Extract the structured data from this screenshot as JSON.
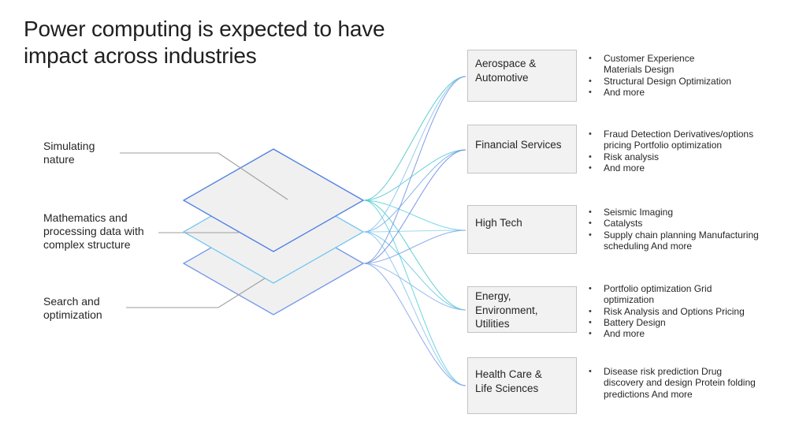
{
  "title": "Power computing is expected to have\nimpact across industries",
  "concepts": [
    {
      "label": "Simulating\nnature"
    },
    {
      "label": "Mathematics and\nprocessing data with\ncomplex structure"
    },
    {
      "label": "Search and\noptimization"
    }
  ],
  "industries": [
    {
      "label": "Aerospace &\nAutomotive",
      "bullets": [
        "Customer Experience\nMaterials Design",
        "Structural Design Optimization",
        "And more"
      ]
    },
    {
      "label": "Financial Services",
      "bullets": [
        "Fraud Detection Derivatives/options\npricing Portfolio optimization",
        "Risk analysis",
        "And more"
      ]
    },
    {
      "label": "High Tech",
      "bullets": [
        "Seismic Imaging",
        "Catalysts",
        "Supply chain planning Manufacturing\nscheduling And more"
      ]
    },
    {
      "label": "Energy,\nEnvironment,\nUtilities",
      "bullets": [
        "Portfolio optimization Grid\noptimization",
        "Risk Analysis and Options Pricing",
        "Battery Design",
        "And more"
      ]
    },
    {
      "label": "Health Care &\nLife Sciences",
      "bullets": [
        "Disease risk prediction Drug\ndiscovery and design Protein folding\npredictions And more"
      ]
    }
  ],
  "bullet_glyph": "•",
  "colors": {
    "background": "#ffffff",
    "text": "#1f1f1f",
    "leader_line": "#9e9e9e",
    "box_fill": "#f2f2f2",
    "box_border": "#c3c3c3",
    "diamond_fill": "#f0f0f1",
    "diamond_borders": [
      "#4a7de0",
      "#74c7f0",
      "#7097e8"
    ]
  },
  "connections": [
    {
      "from": 0,
      "to": 0,
      "color": "#3fc6be"
    },
    {
      "from": 0,
      "to": 1,
      "color": "#4ec9d2"
    },
    {
      "from": 0,
      "to": 2,
      "color": "#52cfdd"
    },
    {
      "from": 0,
      "to": 3,
      "color": "#45c8c8"
    },
    {
      "from": 0,
      "to": 4,
      "color": "#4fd0da"
    },
    {
      "from": 1,
      "to": 0,
      "color": "#84c0ee"
    },
    {
      "from": 1,
      "to": 1,
      "color": "#6fa9e8"
    },
    {
      "from": 1,
      "to": 2,
      "color": "#8fd2ec"
    },
    {
      "from": 1,
      "to": 3,
      "color": "#66c4e6"
    },
    {
      "from": 1,
      "to": 4,
      "color": "#86c2ee"
    },
    {
      "from": 2,
      "to": 0,
      "color": "#6b8ee2"
    },
    {
      "from": 2,
      "to": 1,
      "color": "#5f86de"
    },
    {
      "from": 2,
      "to": 2,
      "color": "#7aa0e8"
    },
    {
      "from": 2,
      "to": 3,
      "color": "#86b4ec"
    },
    {
      "from": 2,
      "to": 4,
      "color": "#7f9ce8"
    }
  ]
}
